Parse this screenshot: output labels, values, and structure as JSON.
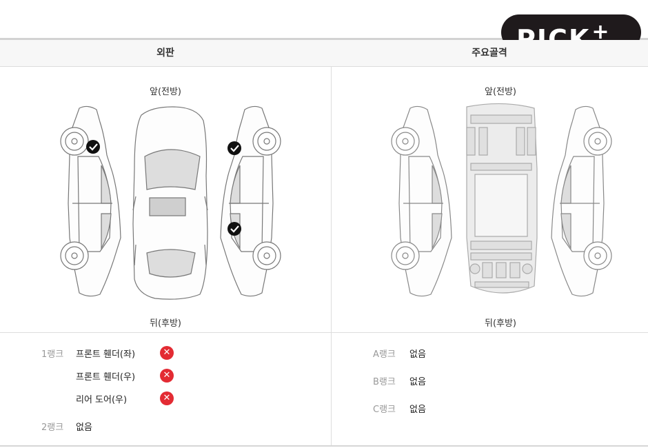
{
  "header": {
    "exterior_title": "외판",
    "frame_title": "주요골격"
  },
  "logo": {
    "text": "PICK",
    "plus": "+"
  },
  "exterior": {
    "front_label": "앞(전방)",
    "rear_label": "뒤(후방)"
  },
  "frame": {
    "front_label": "앞(전방)",
    "rear_label": "뒤(후방)"
  },
  "exterior_ranks": {
    "rank1_label": "1랭크",
    "rank1_items": [
      {
        "text": "프론트 휀더(좌)",
        "mark": "✕"
      },
      {
        "text": "프론트 휀더(우)",
        "mark": "✕"
      },
      {
        "text": "리어 도어(우)",
        "mark": "✕"
      }
    ],
    "rank2_label": "2랭크",
    "rank2_value": "없음"
  },
  "frame_ranks": [
    {
      "label": "A랭크",
      "value": "없음"
    },
    {
      "label": "B랭크",
      "value": "없음"
    },
    {
      "label": "C랭크",
      "value": "없음"
    }
  ],
  "colors": {
    "accent_red": "#e32b33",
    "logo_bg": "#1f1a1c",
    "check_marker": "#111111"
  },
  "icons": [
    "check-icon",
    "x-icon",
    "car-top-view-icon",
    "car-side-view-icon",
    "car-frame-icon"
  ]
}
